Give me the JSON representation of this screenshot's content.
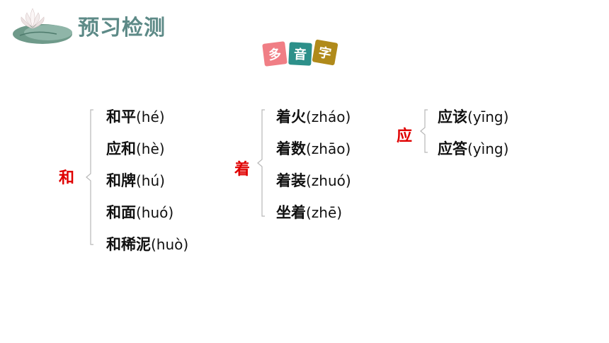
{
  "header": {
    "title": "预习检测"
  },
  "tiles": [
    "多",
    "音",
    "字"
  ],
  "groups": [
    {
      "char": "和",
      "items": [
        {
          "word": "和平",
          "pinyin": "(hé)"
        },
        {
          "word": "应和",
          "pinyin": "(hè)"
        },
        {
          "word": "和牌",
          "pinyin": "(hú)"
        },
        {
          "word": "和面",
          "pinyin": "(huó)"
        },
        {
          "word": "和稀泥",
          "pinyin": "(huò)"
        }
      ]
    },
    {
      "char": "着",
      "items": [
        {
          "word": "着火",
          "pinyin": "(zháo)"
        },
        {
          "word": "着数",
          "pinyin": "(zhāo)"
        },
        {
          "word": "着装",
          "pinyin": "(zhuó)"
        },
        {
          "word": "坐着",
          "pinyin": "(zhē)"
        }
      ]
    },
    {
      "char": "应",
      "items": [
        {
          "word": "应该",
          "pinyin": "(yīng)"
        },
        {
          "word": "应答",
          "pinyin": "(yìng)"
        }
      ]
    }
  ],
  "colors": {
    "title": "#5d8a87",
    "head_char": "#e00000",
    "tile1": "#f07e85",
    "tile2": "#2d908a",
    "tile3": "#b08a1a"
  }
}
